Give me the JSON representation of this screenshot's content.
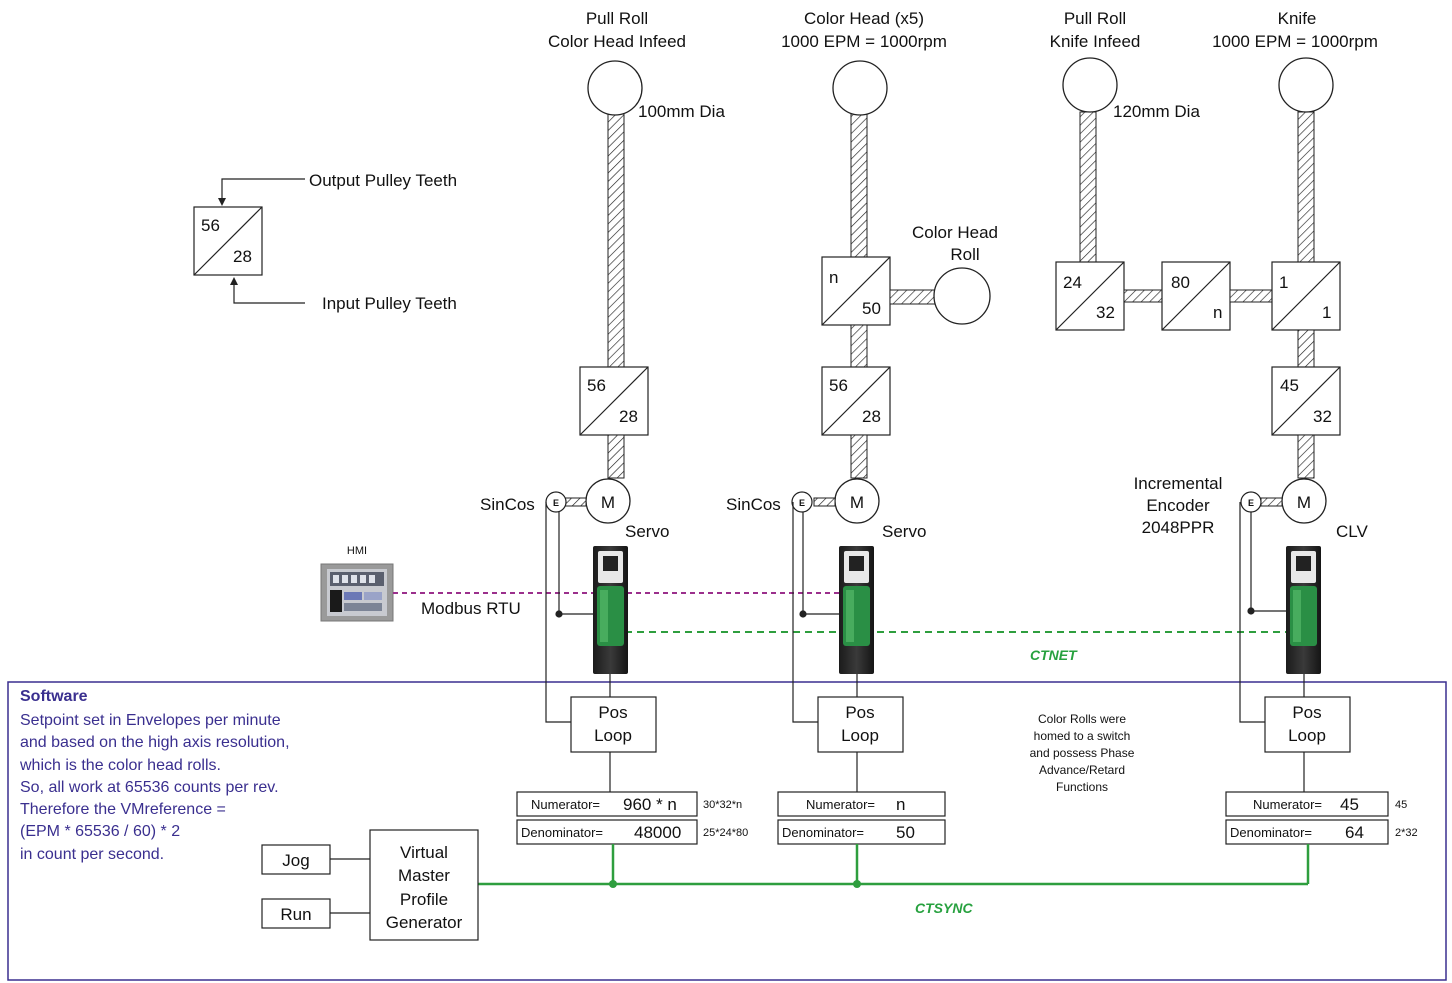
{
  "colors": {
    "software_border": "#3a2f8f",
    "software_text": "#3a2f8f",
    "sync_line": "#2e9e3e",
    "ctnet_line": "#2e9e3e",
    "modbus_line": "#9b2f8c",
    "drive_accent": "#2a8f45"
  },
  "legend": {
    "output_top": "56",
    "output_bottom": "28",
    "output_label": "Output Pulley Teeth",
    "input_label": "Input Pulley Teeth"
  },
  "axes": {
    "pull_roll_color": {
      "title1": "Pull Roll",
      "title2": "Color Head Infeed",
      "dia": "100mm Dia",
      "gear_top": "56",
      "gear_bottom": "28",
      "feedback": "SinCos",
      "encoder_letter": "E",
      "motor_letter": "M",
      "motor_type": "Servo"
    },
    "color_head": {
      "title1": "Color Head (x5)",
      "title2": "1000 EPM = 1000rpm",
      "roll_label1": "Color Head",
      "roll_label2": "Roll",
      "ngear_top": "n",
      "ngear_bottom": "50",
      "gear_top": "56",
      "gear_bottom": "28",
      "feedback": "SinCos",
      "encoder_letter": "E",
      "motor_letter": "M",
      "motor_type": "Servo"
    },
    "pull_roll_knife": {
      "title1": "Pull Roll",
      "title2": "Knife Infeed",
      "dia": "120mm Dia",
      "gear_top": "24",
      "gear_bottom": "32"
    },
    "middle_gear": {
      "top": "80",
      "bottom": "n"
    },
    "knife": {
      "title1": "Knife",
      "title2": "1000 EPM = 1000rpm",
      "gear1_top": "1",
      "gear1_bottom": "1",
      "gear_top": "45",
      "gear_bottom": "32",
      "feedback1": "Incremental",
      "feedback2": "Encoder",
      "feedback3": "2048PPR",
      "encoder_letter": "E",
      "motor_letter": "M",
      "motor_type": "CLV"
    }
  },
  "hmi": {
    "label": "HMI",
    "bus": "Modbus RTU"
  },
  "network": {
    "ctnet": "CTNET",
    "ctsync": "CTSYNC"
  },
  "software": {
    "title": "Software",
    "lines": [
      "Setpoint set in Envelopes per minute",
      "and based on the high axis resolution,",
      "which is the color head rolls.",
      "So, all work at 65536 counts per rev.",
      "Therefore the VMreference =",
      "(EPM * 65536 / 60) * 2",
      "in count per second."
    ],
    "note": [
      "Color Rolls were",
      "homed to a switch",
      "and possess Phase",
      "Advance/Retard",
      "Functions"
    ]
  },
  "pos_loop": {
    "line1": "Pos",
    "line2": "Loop"
  },
  "ratios": {
    "color_pull": {
      "num_label": "Numerator=",
      "num_value": "960 * n",
      "num_note": "30*32*n",
      "den_label": "Denominator=",
      "den_value": "48000",
      "den_note": "25*24*80"
    },
    "color_head": {
      "num_label": "Numerator=",
      "num_value": "n",
      "den_label": "Denominator=",
      "den_value": "50"
    },
    "knife": {
      "num_label": "Numerator=",
      "num_value": "45",
      "num_note": "45",
      "den_label": "Denominator=",
      "den_value": "64",
      "den_note": "2*32"
    }
  },
  "controls": {
    "jog": "Jog",
    "run": "Run",
    "vm": [
      "Virtual",
      "Master",
      "Profile",
      "Generator"
    ]
  }
}
